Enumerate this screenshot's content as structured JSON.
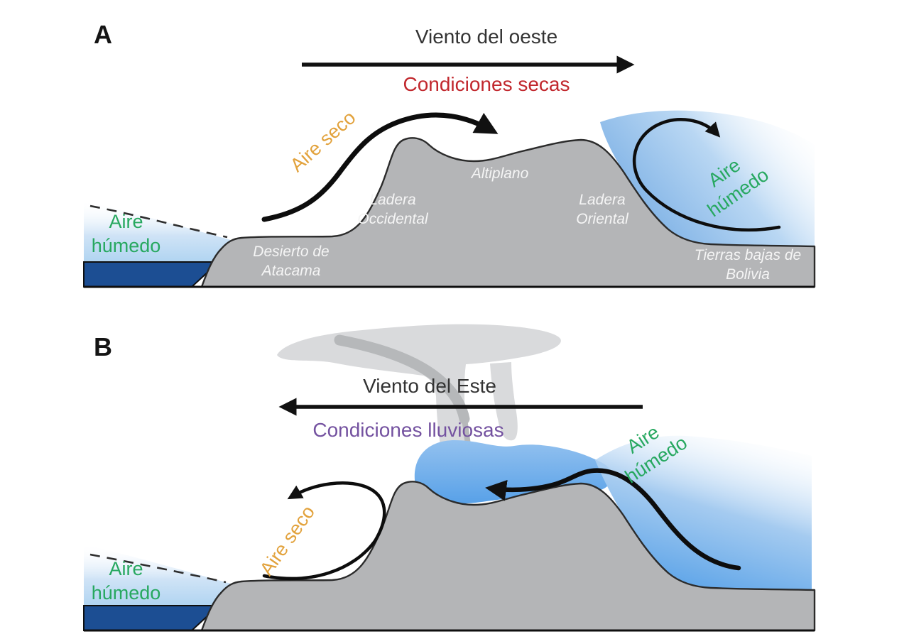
{
  "figure": {
    "panel_a": {
      "panel_label": "A",
      "wind_title": "Viento del oeste",
      "condition_label": "Condiciones secas",
      "dry_air_label": "Aire seco",
      "humid_air_left_label": "Aire húmedo",
      "humid_air_right_label": "Aire húmedo",
      "desert_label": "Desierto de Atacama",
      "western_slope_label": "Ladera Occidental",
      "altiplano_label": "Altiplano",
      "eastern_slope_label": "Ladera Oriental",
      "lowlands_label": "Tierras bajas de Bolivia"
    },
    "panel_b": {
      "panel_label": "B",
      "wind_title": "Viento del Este",
      "condition_label": "Condiciones lluviosas",
      "dry_air_label": "Aire seco",
      "humid_air_left_label": "Aire húmedo",
      "humid_air_right_label": "Aire húmedo"
    },
    "colors": {
      "dry_condition_red": "#c1272d",
      "rainy_condition_purple": "#7452a0",
      "humid_air_green": "#27a860",
      "dry_air_orange": "#e2a23c",
      "mountain_gray": "#b4b5b7",
      "ocean_navy": "#1c4e93",
      "moist_sky_blue": "#6fabe9",
      "cloud_gray": "#d9dadc"
    }
  }
}
